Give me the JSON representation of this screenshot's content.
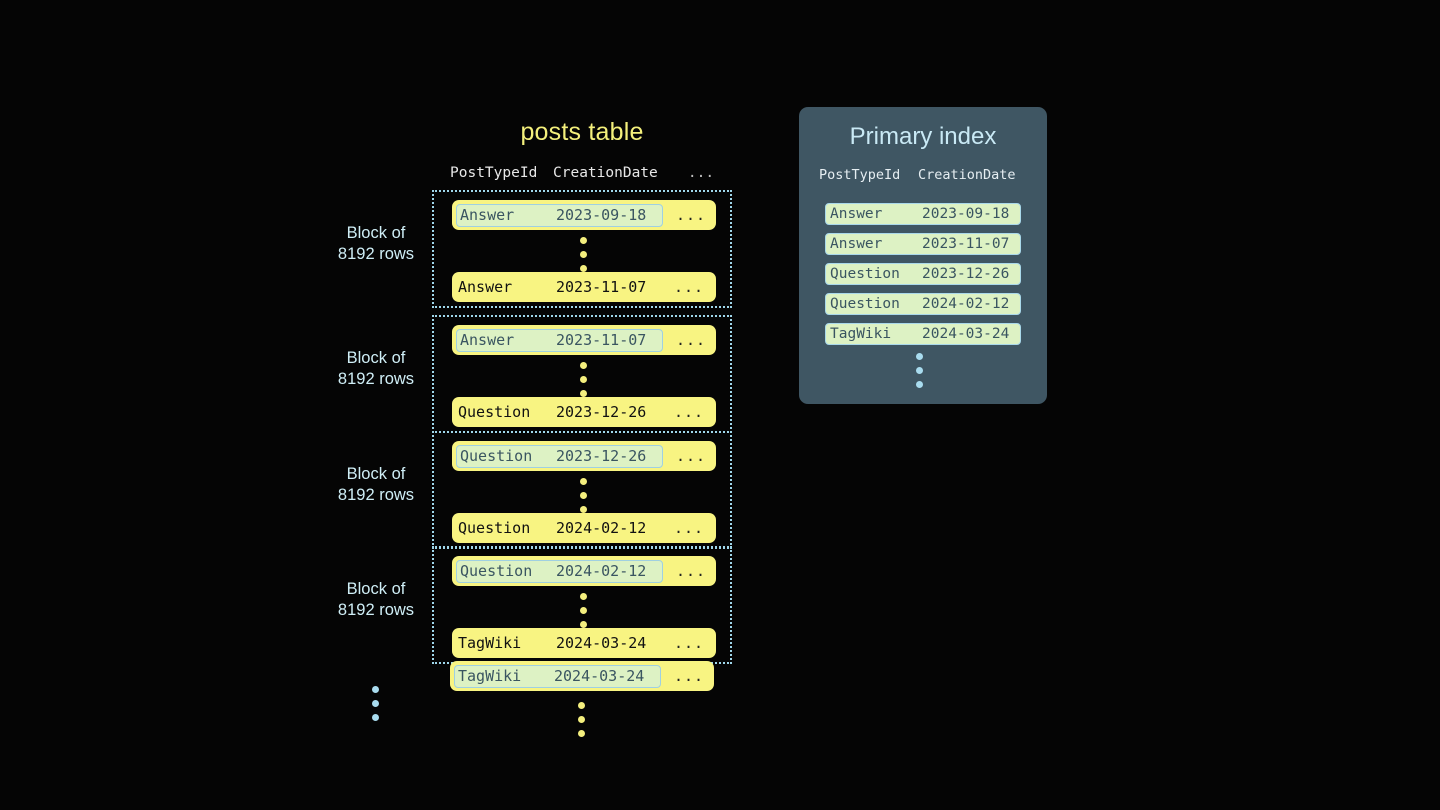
{
  "canvas": {
    "background": "#050505"
  },
  "colors": {
    "row_yellow": "#f8f482",
    "mark_green": "#ddf2c4",
    "accent_blue": "#a9d8ea",
    "panel_slate": "#3f5663",
    "title_yellow": "#f4f07c",
    "title_blue": "#c9e9f5"
  },
  "posts_table": {
    "title": "posts table",
    "columns": [
      "PostTypeId",
      "CreationDate",
      "..."
    ],
    "ellipsis": "...",
    "blocks": [
      {
        "label": "Block of\n8192 rows",
        "first_row": {
          "post_type_id": "Answer",
          "creation_date": "2023-09-18",
          "more": "...",
          "marked": true
        },
        "last_row": {
          "post_type_id": "Answer",
          "creation_date": "2023-11-07",
          "more": "...",
          "marked": false
        }
      },
      {
        "label": "Block of\n8192 rows",
        "first_row": {
          "post_type_id": "Answer",
          "creation_date": "2023-11-07",
          "more": "...",
          "marked": true
        },
        "last_row": {
          "post_type_id": "Question",
          "creation_date": "2023-12-26",
          "more": "...",
          "marked": false
        }
      },
      {
        "label": "Block of\n8192 rows",
        "first_row": {
          "post_type_id": "Question",
          "creation_date": "2023-12-26",
          "more": "...",
          "marked": true
        },
        "last_row": {
          "post_type_id": "Question",
          "creation_date": "2024-02-12",
          "more": "...",
          "marked": false
        }
      },
      {
        "label": "Block of\n8192 rows",
        "first_row": {
          "post_type_id": "Question",
          "creation_date": "2024-02-12",
          "more": "...",
          "marked": true
        },
        "last_row": {
          "post_type_id": "TagWiki",
          "creation_date": "2024-03-24",
          "more": "...",
          "marked": false
        }
      }
    ],
    "tail_row": {
      "post_type_id": "TagWiki",
      "creation_date": "2024-03-24",
      "more": "...",
      "marked": true
    }
  },
  "primary_index": {
    "title": "Primary index",
    "columns": [
      "PostTypeId",
      "CreationDate"
    ],
    "rows": [
      {
        "post_type_id": "Answer",
        "creation_date": "2023-09-18"
      },
      {
        "post_type_id": "Answer",
        "creation_date": "2023-11-07"
      },
      {
        "post_type_id": "Question",
        "creation_date": "2023-12-26"
      },
      {
        "post_type_id": "Question",
        "creation_date": "2024-02-12"
      },
      {
        "post_type_id": "TagWiki",
        "creation_date": "2024-03-24"
      }
    ]
  }
}
